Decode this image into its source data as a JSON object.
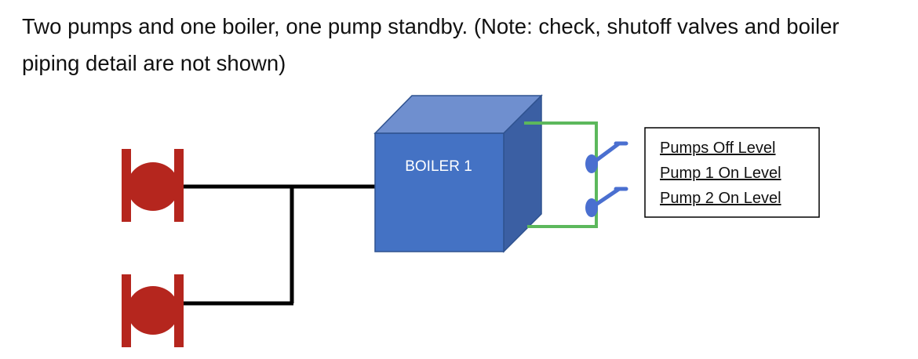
{
  "caption": "Two pumps and one boiler, one pump standby. (Note: check, shutoff valves and boiler piping detail are not shown)",
  "boiler": {
    "label": "BOILER 1"
  },
  "legend": {
    "lines": [
      "Pumps Off Level",
      "Pump 1 On Level",
      "Pump 2 On Level"
    ]
  },
  "colors": {
    "pump": "#b5261e",
    "boiler_front": "#4472c4",
    "boiler_top": "#6f8fcf",
    "boiler_side": "#3b5fa3",
    "boiler_edge": "#2f528f",
    "float_switch": "#4a6fd0",
    "sensor_pipe": "#5cb85c",
    "piping": "#000000"
  }
}
